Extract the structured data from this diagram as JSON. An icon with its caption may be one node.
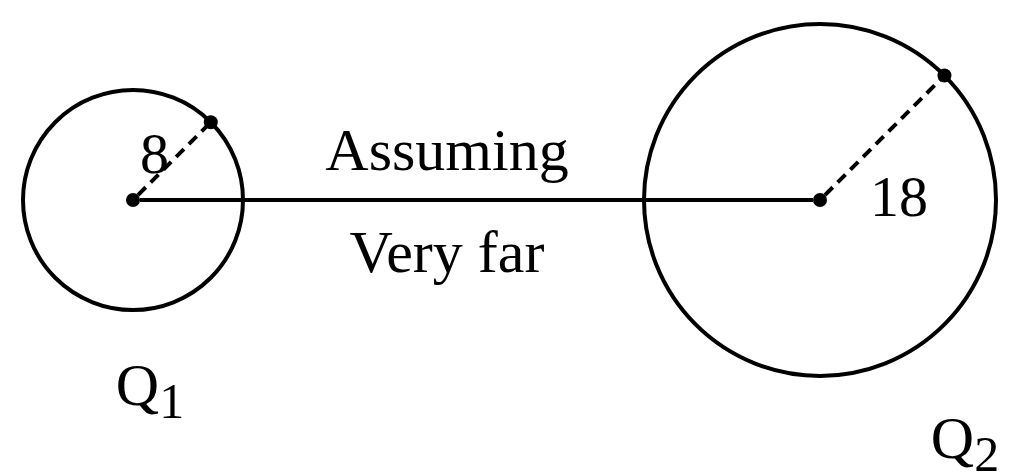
{
  "diagram": {
    "nodes": [
      {
        "text": [
          "8"
        ],
        "beside": [
          "Q$_{1}$"
        ]
      },
      {
        "text": [
          "18"
        ],
        "beside": [
          "Q$_{2}$"
        ]
      },
      {
        "text": [],
        "shape": "circle",
        "in": 0
      },
      {
        "text": [],
        "shape": "circle",
        "in": 1
      }
    ],
    "edges": [
      {
        "from": 2,
        "to": 3,
        "arrow": "none"
      }
    ],
    "labels": [
      "Assuming",
      "Very far"
    ]
  }
}
